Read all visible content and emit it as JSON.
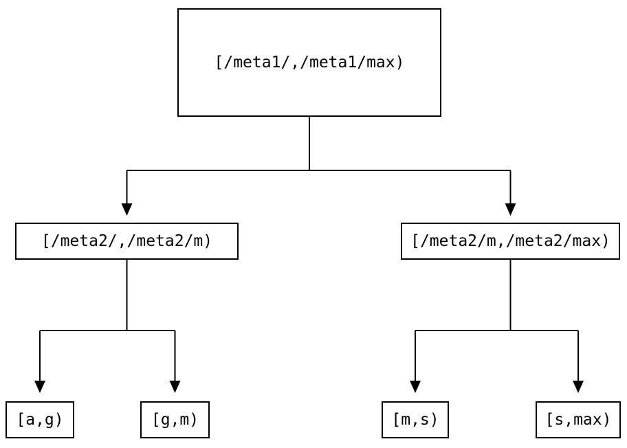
{
  "colors": {
    "background": "#ffffff",
    "line": "#000000",
    "text": "#000000"
  },
  "tree": {
    "root": {
      "label": "[/meta1/,/meta1/max)"
    },
    "branches": [
      {
        "label": "[/meta2/,/meta2/m)",
        "leaves": [
          {
            "label": "[a,g)"
          },
          {
            "label": "[g,m)"
          }
        ]
      },
      {
        "label": "[/meta2/m,/meta2/max)",
        "leaves": [
          {
            "label": "[m,s)"
          },
          {
            "label": "[s,max)"
          }
        ]
      }
    ]
  }
}
